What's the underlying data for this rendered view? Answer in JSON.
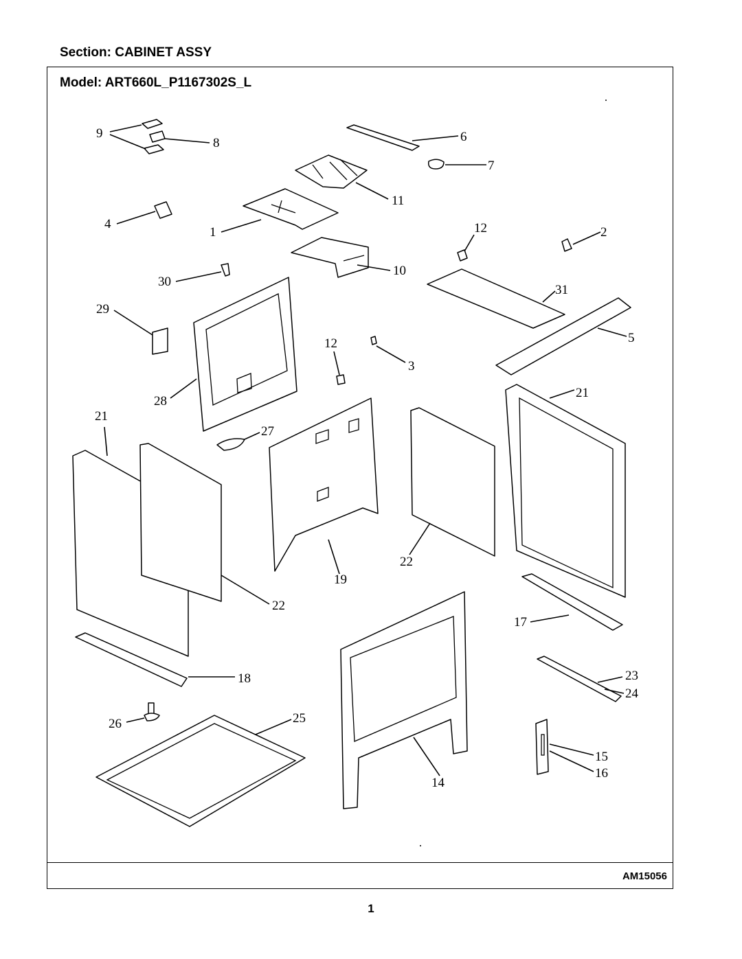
{
  "header": {
    "section": "Section:  CABINET ASSY",
    "model": "Model:  ART660L_P1167302S_L"
  },
  "footer": {
    "diagram_id": "AM15056",
    "page_number": "1"
  },
  "callouts": [
    "9",
    "8",
    "6",
    "7",
    "11",
    "4",
    "1",
    "12",
    "2",
    "30",
    "10",
    "31",
    "29",
    "5",
    "12",
    "3",
    "28",
    "21",
    "27",
    "21",
    "22",
    "19",
    "22",
    "17",
    "18",
    "23",
    "24",
    "26",
    "25",
    "14",
    "15",
    "16"
  ]
}
